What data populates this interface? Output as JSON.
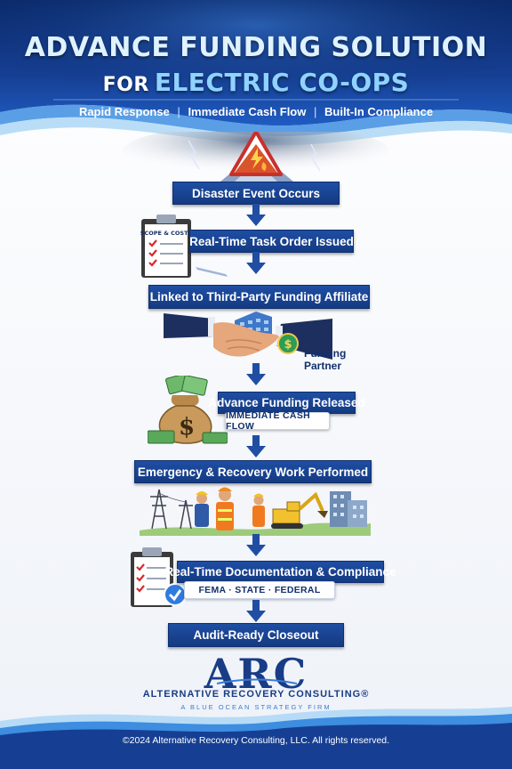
{
  "header": {
    "title_line1": "ADVANCE FUNDING SOLUTION",
    "title_line2_prefix": "FOR",
    "title_line2_main": "ELECTRIC CO-OPS",
    "taglines": [
      "Rapid Response",
      "Immediate Cash Flow",
      "Built-In Compliance"
    ],
    "separator": "|"
  },
  "flow": {
    "step1": "Disaster Event Occurs",
    "step2": "Real-Time Task Order Issued",
    "step2_clipboard": "SCOPE & COSTS",
    "step3": "Linked to Third-Party Funding Affiliate",
    "funding_partner_line1": "Funding",
    "funding_partner_line2": "Partner",
    "step4": "Advance Funding Released",
    "step4_pill": "IMMEDIATE CASH FLOW",
    "step5": "Emergency & Recovery Work Performed",
    "step6": "Real-Time Documentation & Compliance",
    "step6_pill": "FEMA · STATE · FEDERAL",
    "step7": "Audit-Ready Closeout"
  },
  "brand": {
    "logo": "ARC",
    "company": "ALTERNATIVE RECOVERY CONSULTING®",
    "subtag": "A BLUE OCEAN STRATEGY FIRM"
  },
  "footer": {
    "copyright": "©2024 Alternative Recovery Consulting, LLC. All rights reserved."
  },
  "icons": [
    "alert-triangle-icon",
    "lightning-icon",
    "flame-icon",
    "clipboard-icon",
    "handshake-icon",
    "building-icon",
    "dollar-icon",
    "money-bag-icon",
    "cash-stack-icon",
    "power-tower-icon",
    "worker-icon",
    "excavator-icon",
    "checkmark-badge-icon"
  ],
  "colors": {
    "primary": "#1f4ea3",
    "dark": "#0b2a6b",
    "accent": "#8fd3ff",
    "white": "#ffffff"
  }
}
